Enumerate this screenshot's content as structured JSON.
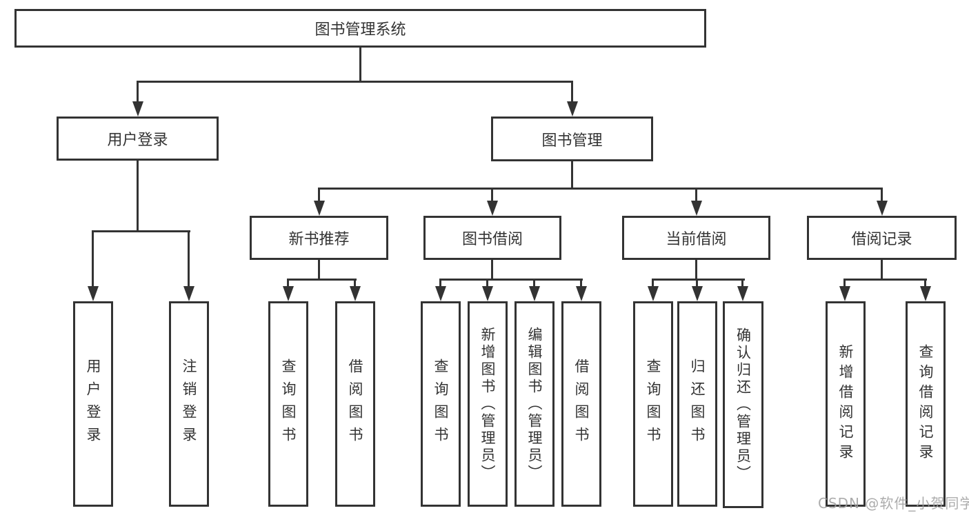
{
  "tree": {
    "label": "图书管理系统",
    "children": [
      {
        "label": "用户登录",
        "children": [
          {
            "label": "用户登录"
          },
          {
            "label": "注销登录"
          }
        ]
      },
      {
        "label": "图书管理",
        "children": [
          {
            "label": "新书推荐",
            "children": [
              {
                "label": "查询图书"
              },
              {
                "label": "借阅图书"
              }
            ]
          },
          {
            "label": "图书借阅",
            "children": [
              {
                "label": "查询图书"
              },
              {
                "label": "新增图书（管理员）"
              },
              {
                "label": "编辑图书（管理员）"
              },
              {
                "label": "借阅图书"
              }
            ]
          },
          {
            "label": "当前借阅",
            "children": [
              {
                "label": "查询图书"
              },
              {
                "label": "归还图书"
              },
              {
                "label": "确认归还（管理员）"
              }
            ]
          },
          {
            "label": "借阅记录",
            "children": [
              {
                "label": "新增借阅记录"
              },
              {
                "label": "查询借阅记录"
              }
            ]
          }
        ]
      }
    ]
  },
  "watermark": {
    "text": "CSDN @软件_小贺同学"
  },
  "colors": {
    "line": "#333333",
    "text": "#333333",
    "background": "#ffffff",
    "watermark": "#9e9e9e"
  }
}
